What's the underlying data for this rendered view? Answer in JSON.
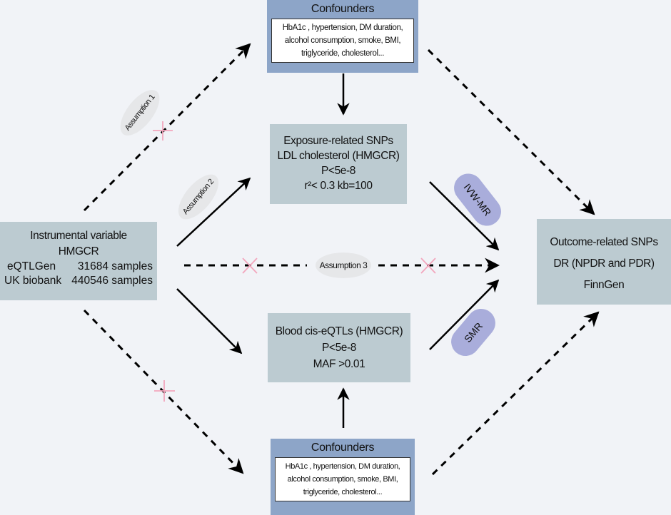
{
  "confounders_top": {
    "title": "Confounders",
    "lines": [
      "HbA1c , hypertension, DM duration,",
      "alcohol consumption, smoke,  BMI,",
      "triglyceride, cholesterol..."
    ]
  },
  "confounders_bottom": {
    "title": "Confounders",
    "lines": [
      "HbA1c , hypertension, DM duration,",
      "alcohol consumption, smoke,  BMI,",
      "triglyceride, cholesterol..."
    ]
  },
  "exposure": {
    "lines": [
      "Exposure-related SNPs",
      "LDL cholesterol (HMGCR)",
      "P<5e-8",
      "r²< 0.3   kb=100"
    ]
  },
  "eqtl": {
    "lines": [
      "Blood cis-eQTLs (HMGCR)",
      "P<5e-8",
      "MAF >0.01"
    ]
  },
  "instrument": {
    "title": "Instrumental variable",
    "gene": "HMGCR",
    "rows": [
      {
        "source": "eQTLGen",
        "samples": "31684 samples"
      },
      {
        "source": "UK biobank",
        "samples": "440546 samples"
      }
    ]
  },
  "outcome": {
    "lines": [
      "Outcome-related SNPs",
      "DR (NPDR and PDR)",
      "FinnGen"
    ]
  },
  "assumptions": [
    "Assumption 1",
    "Assumption 2",
    "Assumption 3"
  ],
  "methods": [
    "IVW-MR",
    "SMR"
  ],
  "colors": {
    "box": "#bccbd1",
    "confounder_box": "#8da5c8",
    "method_pill": "#a9addb",
    "assumption_pill": "#e6e7e9",
    "violation_cross": "#f3a6bd"
  }
}
